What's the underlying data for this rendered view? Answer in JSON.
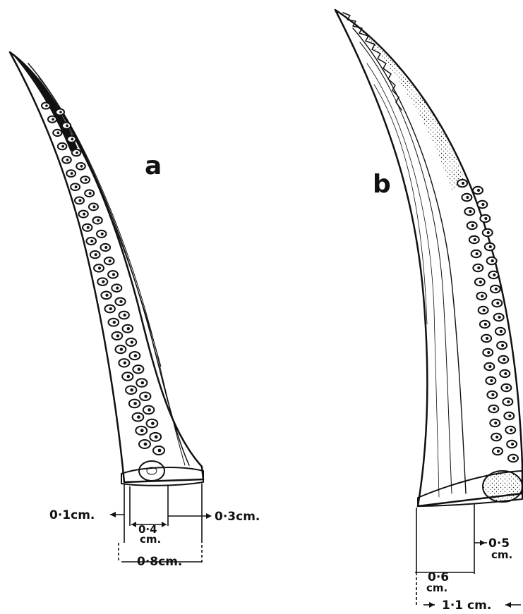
{
  "panels": [
    {
      "id": "a",
      "label": "a",
      "measurements": {
        "left": "0·1cm.",
        "right": "0·3cm.",
        "inner": "0·4",
        "inner_unit": "cm.",
        "total": "0·8cm."
      }
    },
    {
      "id": "b",
      "label": "b",
      "measurements": {
        "right": "0·5",
        "right_unit": "cm.",
        "inner": "0·6",
        "inner_unit": "cm.",
        "total": "1·1 cm."
      }
    }
  ]
}
